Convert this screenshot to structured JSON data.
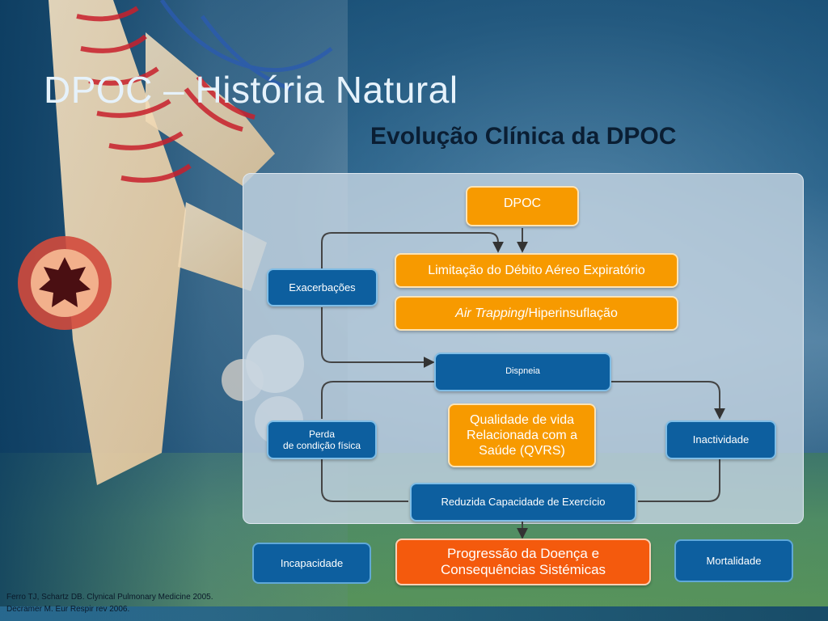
{
  "slide": {
    "title": "DPOC – História Natural",
    "subtitle": "Evolução Clínica da DPOC"
  },
  "diagram": {
    "dpoc": "DPOC",
    "limitacao": "Limitação do Débito Aéreo Expiratório",
    "air_trapping_italic": "Air Trapping",
    "air_trapping_rest": "/Hiperinsuflação",
    "exacerbacoes": "Exacerbações",
    "dispneia": "Dispneia",
    "qvrs": "Qualidade de vida Relacionada com a Saúde (QVRS)",
    "perda_line1": "Perda",
    "perda_line2": "de condição física",
    "inactividade": "Inactividade",
    "reduzida": "Reduzida Capacidade de Exercício",
    "progressao_line1": "Progressão da Doença e",
    "progressao_line2": "Consequências Sistémicas",
    "incapacidade": "Incapacidade",
    "mortalidade": "Mortalidade"
  },
  "references": {
    "line1": "Ferro TJ, Schartz DB. Clynical Pulmonary Medicine 2005.",
    "line2": "Decramer M. Eur Respir rev 2006."
  },
  "colors": {
    "orange": "#f79a00",
    "blue": "#0d5f9f",
    "red_orange": "#f45a0d",
    "panel": "#c5d4e2"
  }
}
